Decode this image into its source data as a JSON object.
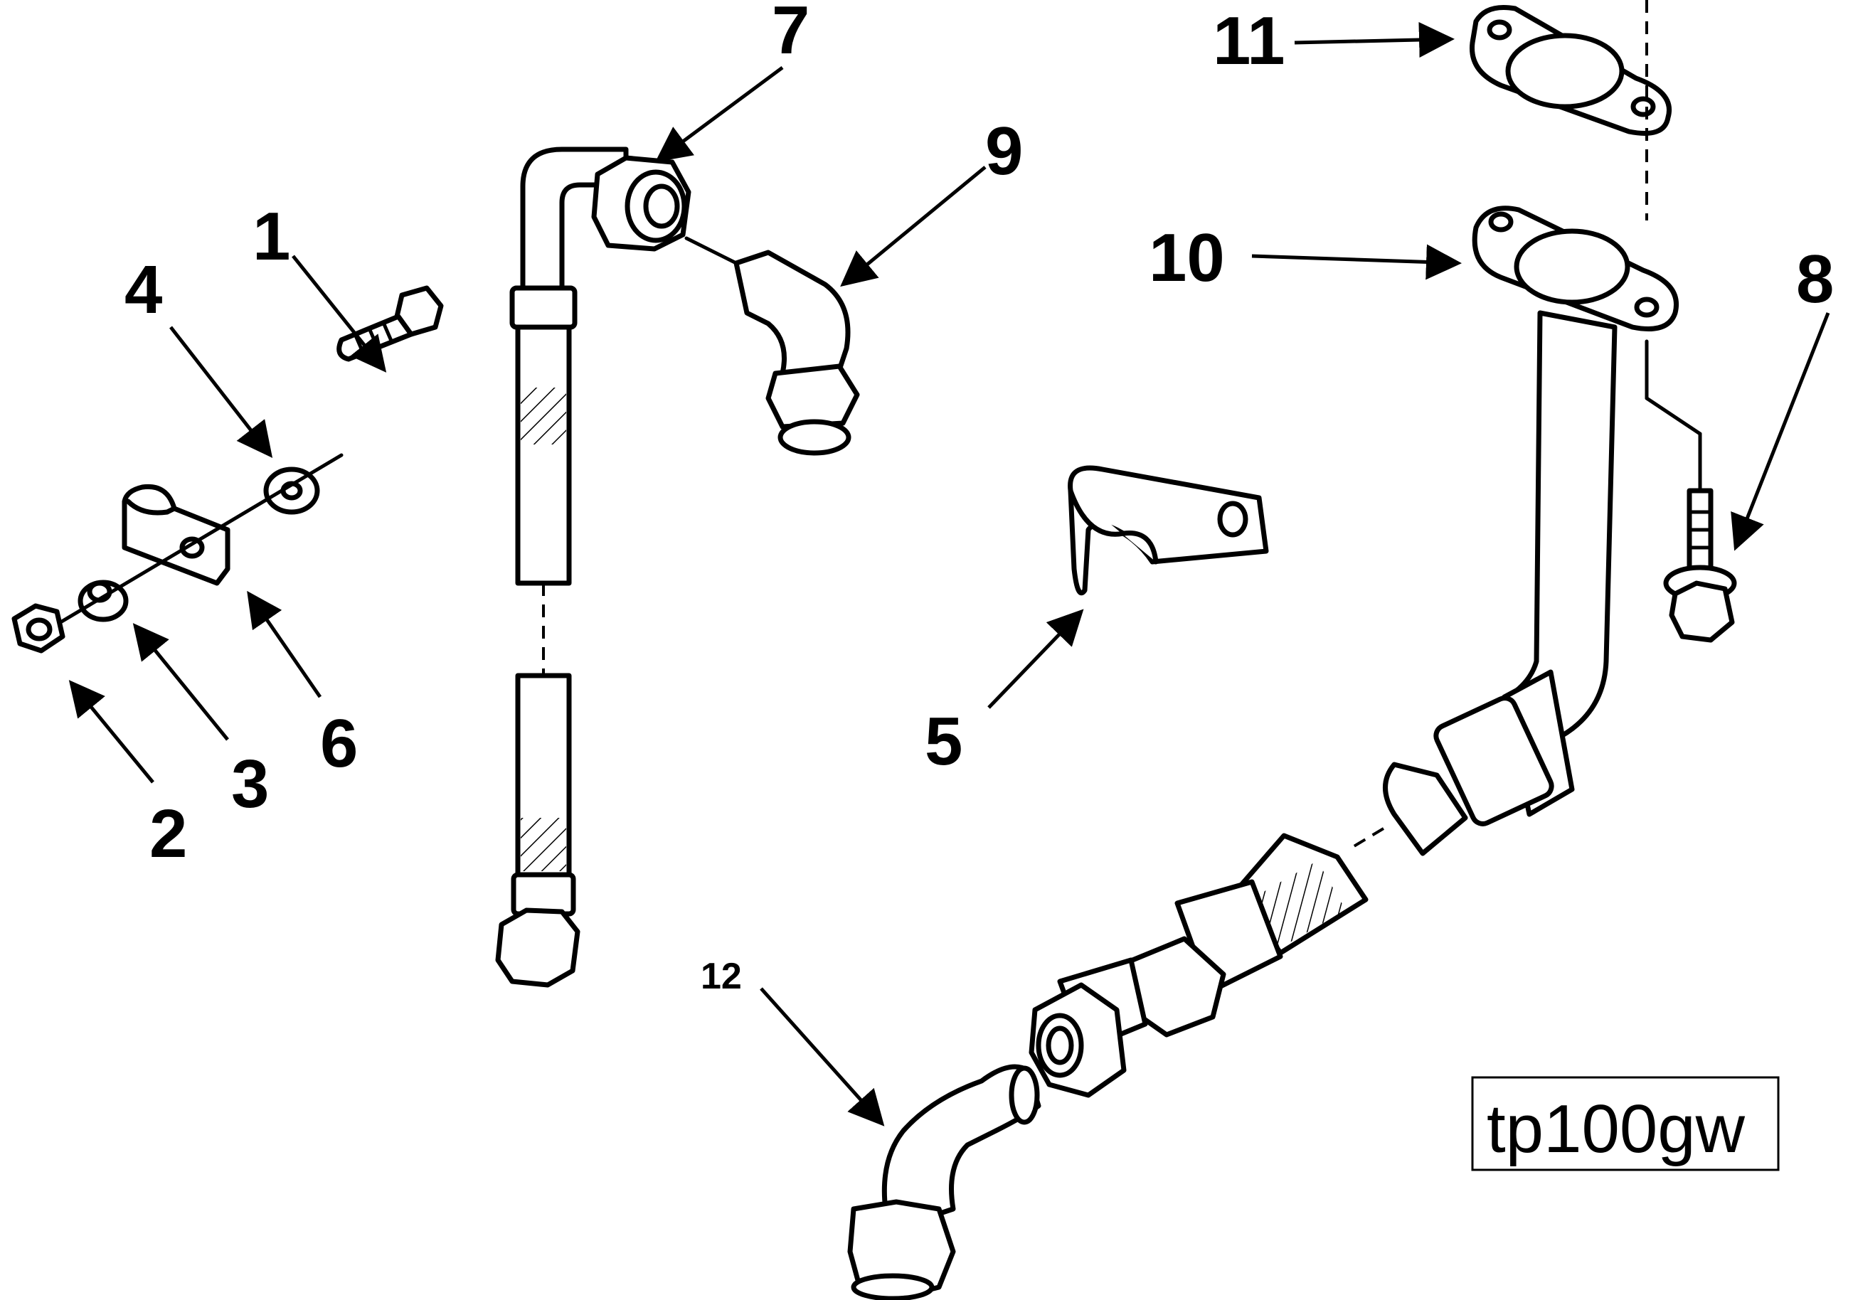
{
  "figure_tag": "tp100gw",
  "callouts": {
    "c1": "1",
    "c2": "2",
    "c3": "3",
    "c4": "4",
    "c5": "5",
    "c6": "6",
    "c7": "7",
    "c8": "8",
    "c9": "9",
    "c10": "10",
    "c11": "11",
    "c12": "12"
  }
}
